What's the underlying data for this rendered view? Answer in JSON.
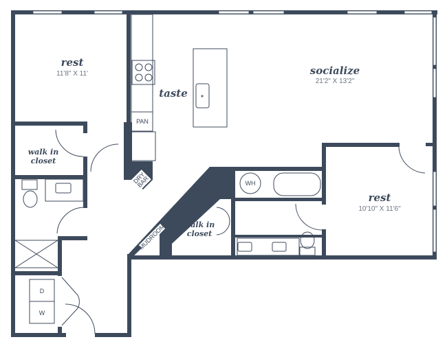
{
  "rooms": {
    "bedroom1": {
      "name": "rest",
      "size": "11'8\" X 11'"
    },
    "kitchen": {
      "name": "taste"
    },
    "living": {
      "name": "socialize",
      "size": "21'2\" X 13'2\""
    },
    "bedroom2": {
      "name": "rest",
      "size": "10'10\" X 11'6\""
    },
    "closet1": {
      "line1": "walk in",
      "line2": "closet"
    },
    "closet2": {
      "line1": "walk in",
      "line2": "closet"
    }
  },
  "fixtures": {
    "pantry": "PAN",
    "water_heater": "WH",
    "dry_bar_line1": "DRY",
    "dry_bar_line2": "BAR",
    "mudroom": "MUDROOM",
    "dryer": "D",
    "washer": "W"
  },
  "colors": {
    "wall": "#3d4a5c"
  }
}
